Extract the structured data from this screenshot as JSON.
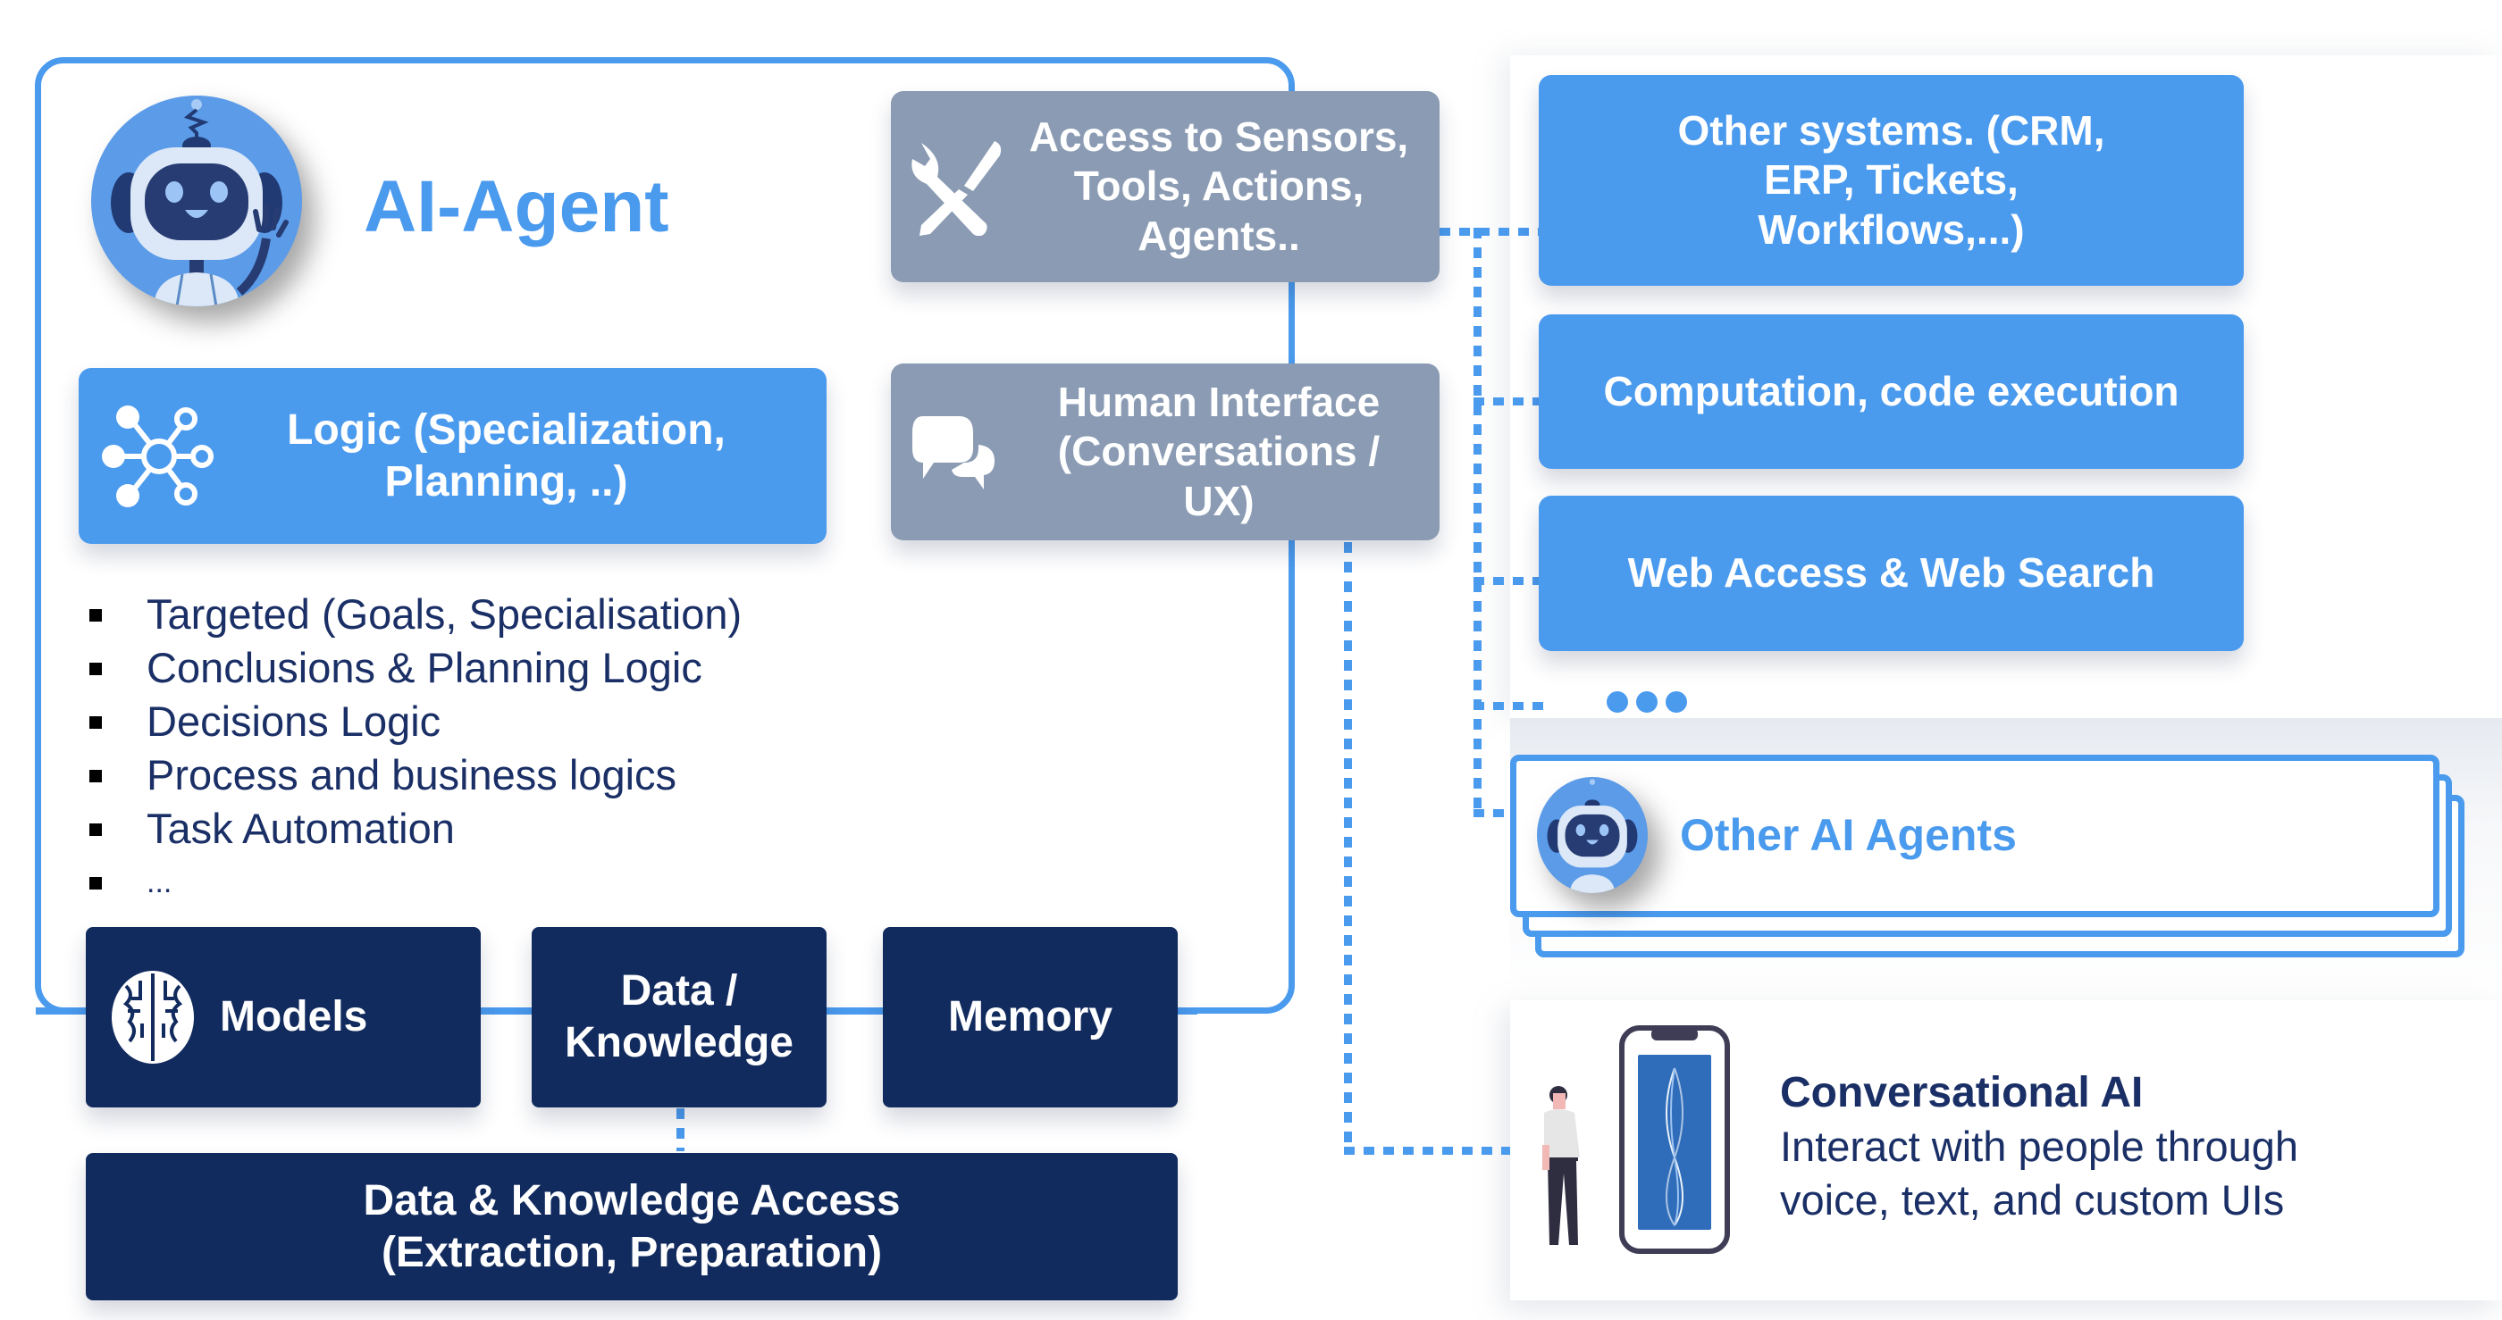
{
  "agent": {
    "title": "AI-Agent",
    "logic_box": {
      "icon": "network-hub-icon",
      "label": "Logic (Specialization, Planning, ..)"
    },
    "capabilities": [
      "Targeted (Goals, Specialisation)",
      "Conclusions & Planning Logic",
      "Decisions Logic",
      "Process and business logics",
      "Task Automation",
      "..."
    ],
    "access_box": {
      "icon": "wrench-screwdriver-icon",
      "label": "Access to Sensors, Tools, Actions, Agents.."
    },
    "human_interface_box": {
      "icon": "speech-bubbles-icon",
      "label": "Human Interface (Conversations / UX)"
    },
    "foundation": {
      "models": {
        "icon": "brain-icon",
        "label": "Models"
      },
      "data_knowledge": {
        "label": "Data / Knowledge"
      },
      "memory": {
        "label": "Memory"
      }
    },
    "data_access": {
      "label": "Data & Knowledge Access (Extraction, Preparation)"
    }
  },
  "external_systems": [
    {
      "label": "Other systems. (CRM, ERP, Tickets, Workflows,...)"
    },
    {
      "label": "Computation, code execution"
    },
    {
      "label": "Web Access & Web Search"
    }
  ],
  "more_indicator": "•••",
  "other_agents": {
    "label": "Other AI Agents"
  },
  "conversational": {
    "title": "Conversational AI",
    "description": "Interact with people through voice, text, and custom UIs"
  },
  "colors": {
    "accent_blue": "#4A9AEE",
    "grey_box": "#8A9BB3",
    "navy": "#122B5E",
    "text_navy": "#1A2F66"
  }
}
